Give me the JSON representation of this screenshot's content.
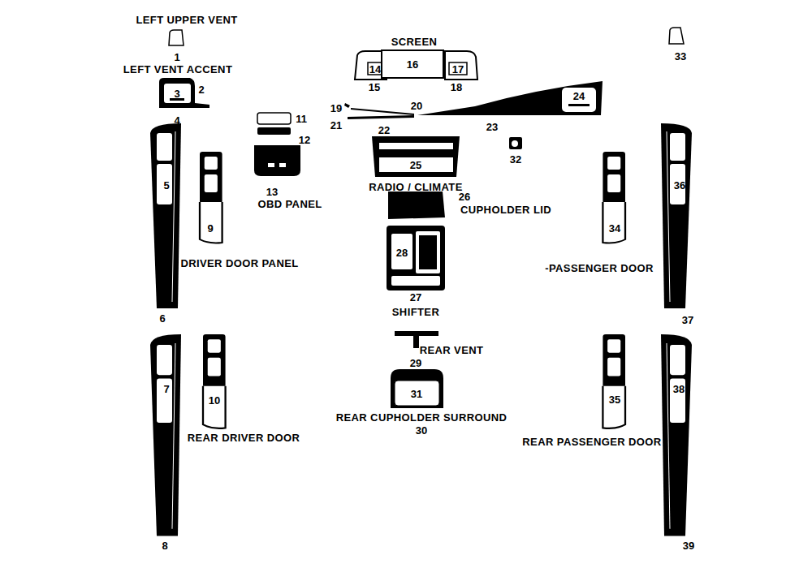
{
  "diagram": {
    "labels": [
      "LEFT UPPER VENT",
      "1",
      "LEFT VENT ACCENT",
      "2",
      "3",
      "4",
      "SCREEN",
      "14",
      "16",
      "17",
      "15",
      "18",
      "33",
      "19",
      "20",
      "21",
      "22",
      "23",
      "24",
      "11",
      "12",
      "13",
      "OBD PANEL",
      "5",
      "9",
      "DRIVER DOOR PANEL",
      "6",
      "RADIO / CLIMATE",
      "25",
      "26",
      "CUPHOLDER LID",
      "32",
      "36",
      "34",
      "-PASSENGER DOOR",
      "37",
      "28",
      "27",
      "SHIFTER",
      "REAR VENT",
      "29",
      "31",
      "REAR CUPHOLDER SURROUND",
      "30",
      "7",
      "10",
      "REAR DRIVER DOOR",
      "8",
      "REAR PASSENGER DOOR",
      "35",
      "38",
      "39"
    ]
  }
}
